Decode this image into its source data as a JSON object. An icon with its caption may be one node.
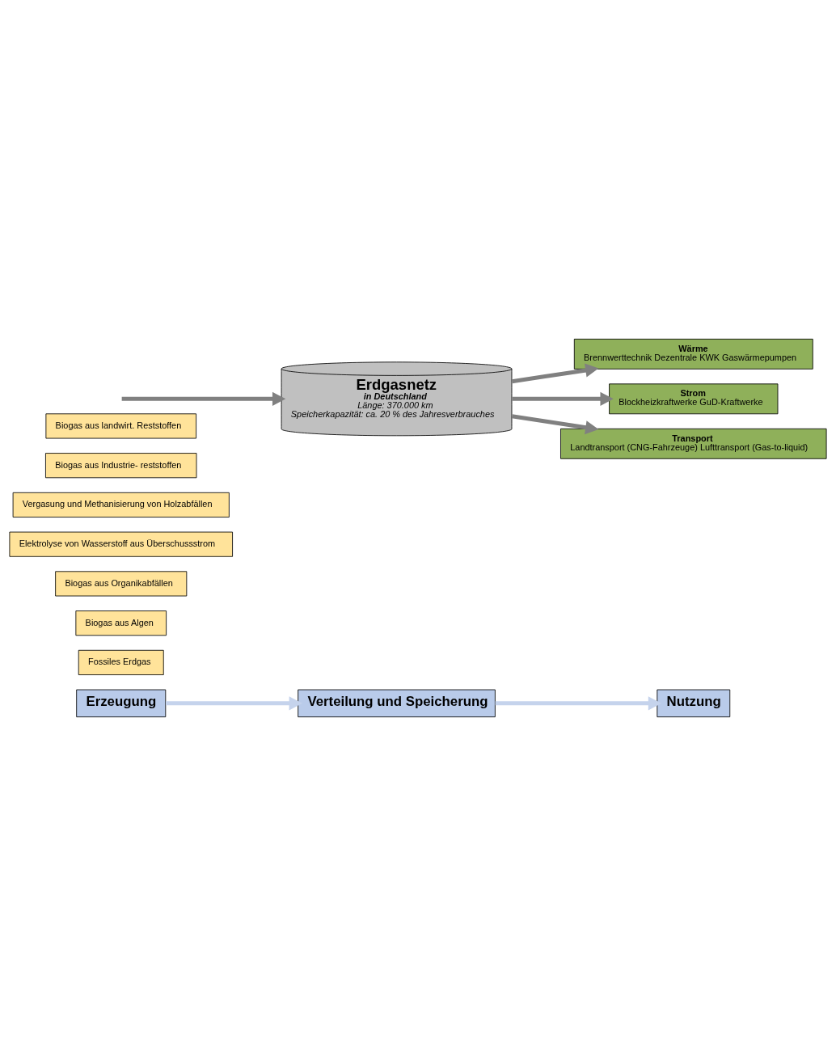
{
  "diagram": {
    "nodes": [
      {
        "text": [
          "Erzeugung"
        ]
      },
      {
        "text": [
          "Verteilung und Speicherung"
        ]
      },
      {
        "text": [
          "Nutzung"
        ]
      },
      {
        "text": [
          "Fossiles Erdgas"
        ]
      },
      {
        "text": [
          "Biogas aus Algen"
        ]
      },
      {
        "text": [
          "Biogas aus Organikabfällen"
        ]
      },
      {
        "text": [
          "Elektrolyse von Wasserstoff aus Überschussstrom"
        ]
      },
      {
        "text": [
          "Vergasung und Methanisierung von Holzabfällen"
        ]
      },
      {
        "text": [
          "Biogas aus Industrie- reststoffen"
        ]
      },
      {
        "text": [
          "Biogas aus landwirt. Reststoffen"
        ]
      },
      {
        "text": [
          "Erdgasnetz",
          "in Deutschland",
          "Länge: 370.000 km",
          "Speicherkapazität: ca. 20 % des Jahresverbrauches"
        ]
      },
      {
        "text": [
          "Wärme",
          "Brennwerttechnik Dezentrale KWK Gaswärmepumpen"
        ]
      },
      {
        "text": [
          "Strom",
          "Blockheizkraftwerke GuD-Kraftwerke"
        ]
      },
      {
        "text": [
          "Transport",
          "Landtransport (CNG-Fahrzeuge) Lufttransport (Gas-to-liquid)"
        ]
      }
    ],
    "edges": [
      {
        "from": 0,
        "to": 1,
        "arrow": "to",
        "color": "#c5d3ec"
      },
      {
        "from": 1,
        "to": 2,
        "arrow": "to",
        "color": "#c5d3ec"
      },
      {
        "from": null,
        "to": 10,
        "arrow": "to"
      },
      {
        "from": 10,
        "to": 11,
        "arrow": "to"
      },
      {
        "from": 10,
        "to": 12,
        "arrow": "to"
      },
      {
        "from": 10,
        "to": 13,
        "arrow": "to"
      }
    ]
  }
}
